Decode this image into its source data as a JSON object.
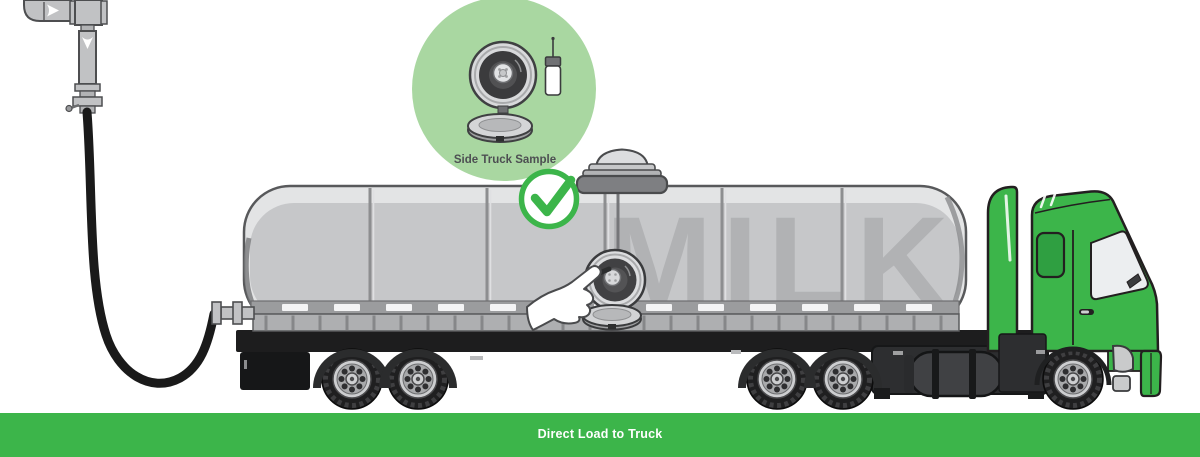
{
  "scene": {
    "callout": {
      "label": "Side Truck Sample"
    },
    "tanker": {
      "tank_text": "MILK"
    },
    "banner": {
      "label": "Direct Load to Truck"
    }
  },
  "colors": {
    "brand_green": "#3cb54a",
    "callout_green": "#a9d7a1",
    "tank_highlight": "#e3e4e5",
    "tank_body": "#c6c7c9",
    "tank_text": "#b1b2b4",
    "outline_dark": "#231f20",
    "chassis_black": "#1d1d1e",
    "hose_black": "#1a1a1a",
    "pipe_gray": "#c1c2c4",
    "banner_text": "#ffffff"
  },
  "icons": [
    {
      "name": "flow-arrow-right-icon"
    },
    {
      "name": "flow-arrow-down-icon"
    },
    {
      "name": "checkmark-icon"
    },
    {
      "name": "sample-port-icon"
    },
    {
      "name": "sample-vial-icon"
    }
  ]
}
